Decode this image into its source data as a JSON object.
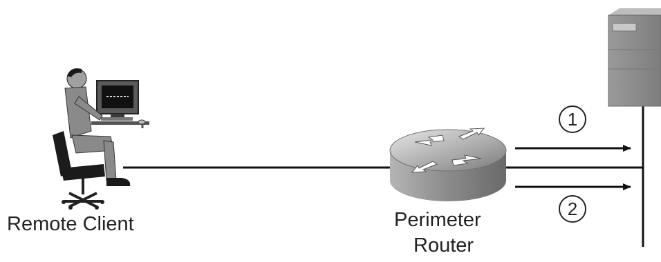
{
  "labels": {
    "remote_client": "Remote Client",
    "perimeter_router_line1": "Perimeter",
    "perimeter_router_line2": "Router"
  },
  "flows": [
    {
      "number": "1",
      "direction": "toward-server"
    },
    {
      "number": "2",
      "direction": "toward-server"
    }
  ],
  "colors": {
    "line": "#111111",
    "router_body": "#9a9a9a",
    "server_body": "#8c8c8c",
    "figure": "#8a8a8a"
  },
  "icons": [
    "remote-client-icon",
    "router-icon",
    "server-icon"
  ]
}
